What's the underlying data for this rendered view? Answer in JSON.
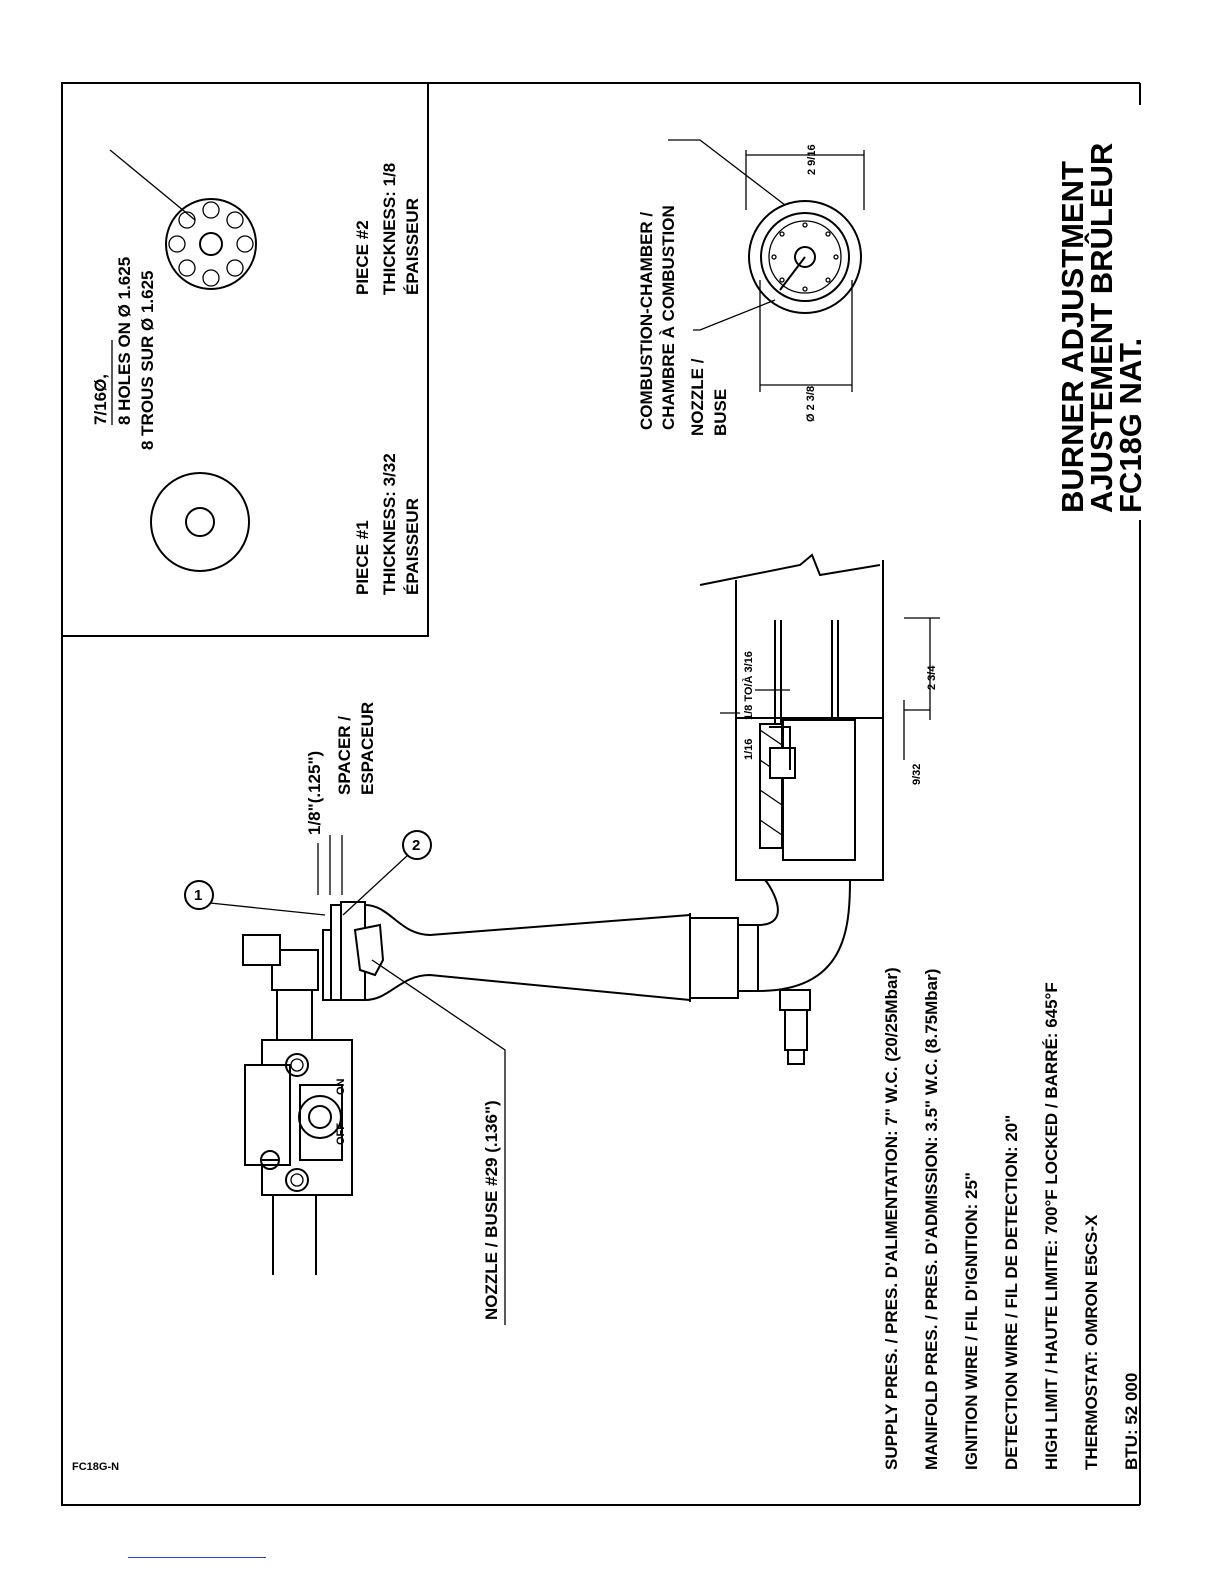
{
  "drawing_code": "FC18G-N",
  "title": {
    "line1": "BURNER ADJUSTMENT",
    "line2": "AJUSTEMENT BRÛLEUR",
    "line3": "FC18G NAT."
  },
  "inset": {
    "piece1": {
      "name": "PIECE #1",
      "thickness": "THICKNESS: 3/32",
      "thickness_fr": "ÉPAISSEUR"
    },
    "piece2": {
      "name": "PIECE #2",
      "thickness": "THICKNESS: 1/8",
      "thickness_fr": "ÉPAISSEUR"
    },
    "holes": {
      "diameter": "7/16Ø,",
      "en": "8 HOLES ON Ø 1.625",
      "fr": "8 TROUS SUR Ø 1.625"
    }
  },
  "combustion": {
    "chamber_en": "COMBUSTION-CHAMBER /",
    "chamber_fr": "CHAMBRE À COMBUSTION",
    "nozzle_en": "NOZZLE /",
    "nozzle_fr": "BUSE",
    "dim_top": "2 9/16",
    "dim_bottom": "Ø 2 3/8"
  },
  "assembly": {
    "callout1": "1",
    "callout2": "2",
    "spacer_dim": "1/8\"(.125\")",
    "spacer_en": "SPACER /",
    "spacer_fr": "ESPACEUR",
    "nozzle_label": "NOZZLE / BUSE #29 (.136\")",
    "valve_on": "ON",
    "valve_off": "OFF",
    "dims": {
      "gap": "1/8 TO/À  3/16",
      "d1": "1/16",
      "d2": "9/32",
      "d3": "2 3/4"
    }
  },
  "specs": [
    "SUPPLY PRES. / PRES. D'ALIMENTATION: 7\" W.C. (20/25Mbar)",
    "MANIFOLD PRES. / PRES. D'ADMISSION: 3.5\" W.C. (8.75Mbar)",
    "IGNITION WIRE / FIL D'IGNITION: 25\"",
    "DETECTION WIRE / FIL DE DETECTION: 20\"",
    "HIGH LIMIT / HAUTE LIMITE: 700°F LOCKED / BARRÉ: 645°F",
    "THERMOSTAT: OMRON E5CS-X",
    "BTU: 52 000"
  ]
}
